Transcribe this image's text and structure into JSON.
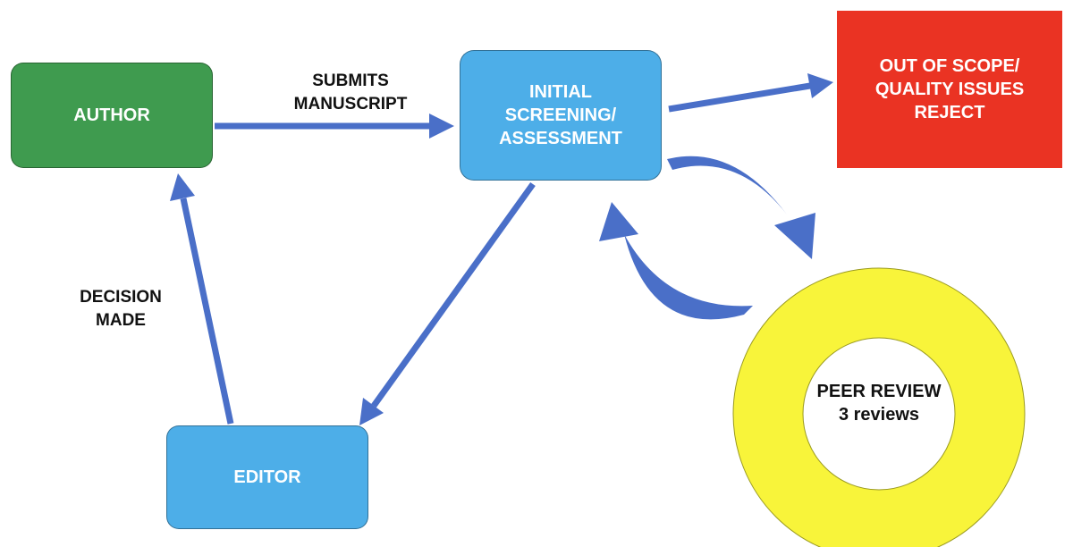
{
  "nodes": {
    "author": "AUTHOR",
    "screening": [
      "INITIAL",
      "SCREENING/",
      "ASSESSMENT"
    ],
    "reject": [
      "OUT OF SCOPE/",
      "QUALITY ISSUES",
      "REJECT"
    ],
    "editor": "EDITOR",
    "peer_review": {
      "title": "PEER REVIEW",
      "subtitle": "3 reviews"
    }
  },
  "edges": {
    "submits": [
      "SUBMITS",
      "MANUSCRIPT"
    ],
    "decision": [
      "DECISION",
      "MADE"
    ]
  },
  "colors": {
    "author": "#3f9b4f",
    "screening": "#4daee8",
    "editor": "#4daee8",
    "reject": "#ea3323",
    "peer_ring": "#f8f43a",
    "arrow": "#4a6fc8"
  }
}
